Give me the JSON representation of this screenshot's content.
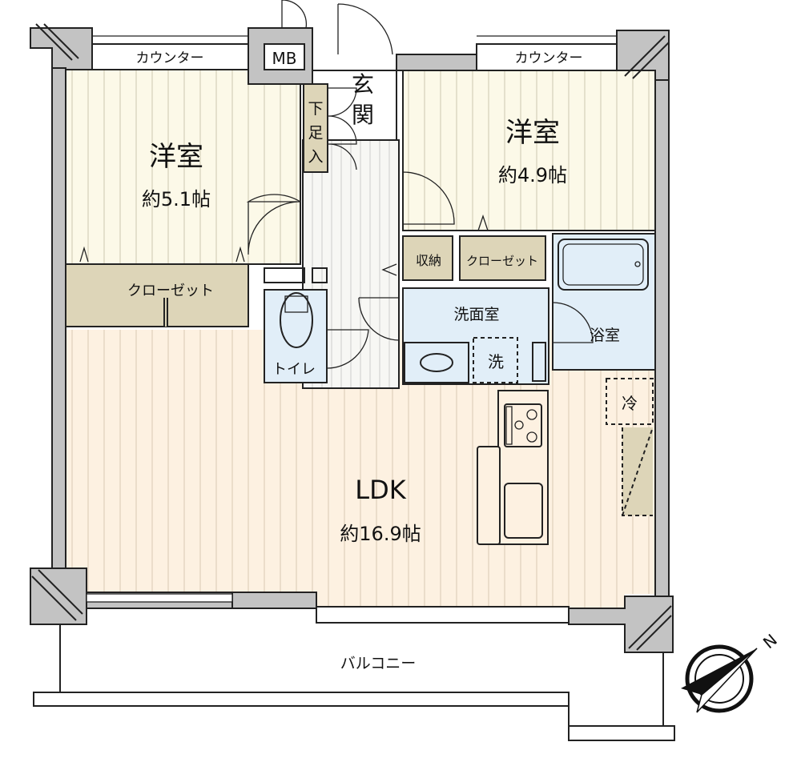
{
  "rooms": {
    "bedroom_left": {
      "name": "洋室",
      "size": "約5.1帖"
    },
    "bedroom_right": {
      "name": "洋室",
      "size": "約4.9帖"
    },
    "ldk": {
      "name": "LDK",
      "size": "約16.9帖"
    },
    "closet_left": "クローゼット",
    "closet_right": "クローゼット",
    "storage": "収納",
    "washroom": "洗面室",
    "bathroom": "浴室",
    "toilet": "トイレ",
    "washer": "洗",
    "fridge": "冷",
    "entrance": [
      "玄",
      "関"
    ],
    "shoe_cabinet": [
      "下",
      "足",
      "入"
    ],
    "meter_box": "MB",
    "counter_left": "カウンター",
    "counter_right": "カウンター",
    "balcony": "バルコニー"
  },
  "compass": {
    "label": "N"
  },
  "colors": {
    "bedroom": "#fcf9e8",
    "ldk": "#fdf1e1",
    "wet": "#e1eef8",
    "storage": "#ddd5b8",
    "wall": "#c3c3c3"
  }
}
